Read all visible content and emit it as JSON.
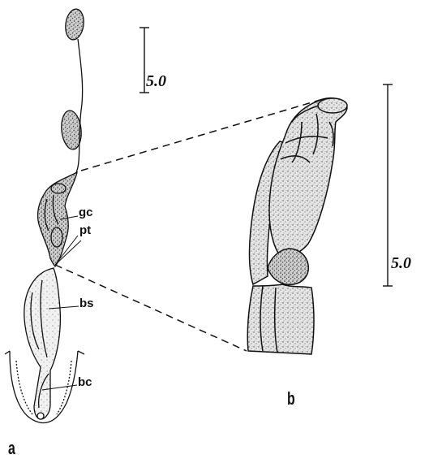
{
  "structure_labels": {
    "gc": "gc",
    "pt": "pt",
    "bs": "bs",
    "bc": "bc"
  },
  "scale_bars": {
    "panel_a": "5.0",
    "panel_b": "5.0"
  },
  "panel_labels": {
    "a": "a",
    "b": "b"
  },
  "colors": {
    "ink": "#111111",
    "stipple": "#555555",
    "background": "#ffffff"
  }
}
